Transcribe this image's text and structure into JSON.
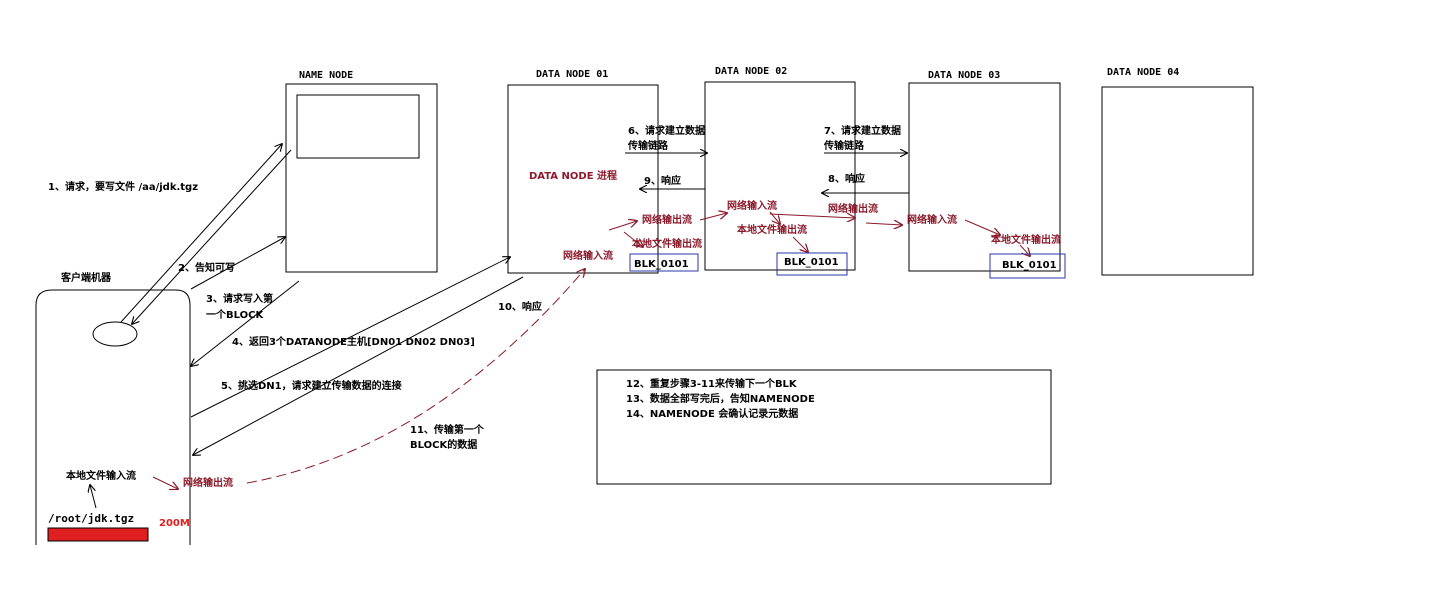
{
  "nodes": {
    "name_node": "NAME NODE",
    "dn1": "DATA NODE 01",
    "dn2": "DATA NODE 02",
    "dn3": "DATA NODE 03",
    "dn4": "DATA NODE 04",
    "dn_process": "DATA NODE 进程",
    "client": "客户端机器"
  },
  "client": {
    "local_input": "本地文件输入流",
    "net_output": "网络输出流",
    "file_path": "/root/jdk.tgz",
    "file_size": "200M"
  },
  "steps": {
    "s1": "1、请求，要写文件 /aa/jdk.tgz",
    "s2": "2、告知可写",
    "s3a": "3、请求写入第",
    "s3b": "一个BLOCK",
    "s4": "4、返回3个DATANODE主机[DN01 DN02 DN03]",
    "s5": "5、挑选DN1，请求建立传输数据的连接",
    "s6a": "6、请求建立数据",
    "s6b": "传输链路",
    "s7a": "7、请求建立数据",
    "s7b": "传输链路",
    "s8": "8、响应",
    "s9": "9、响应",
    "s10": "10、响应",
    "s11a": "11、传输第一个",
    "s11b": "BLOCK的数据"
  },
  "streams": {
    "dn1_net_in": "网络输入流",
    "dn1_net_out": "网络输出流",
    "dn1_local_out": "本地文件输出流",
    "dn2_net_in": "网络输入流",
    "dn2_local_out": "本地文件输出流",
    "dn2_net_out": "网络输出流",
    "dn3_net_in": "网络输入流",
    "dn3_local_out": "本地文件输出流"
  },
  "blocks": {
    "dn1": "BLK_0101",
    "dn2": "BLK_0101",
    "dn3": "BLK_0101"
  },
  "notes": [
    "12、重复步骤3-11来传输下一个BLK",
    "13、数据全部写完后，告知NAMENODE",
    "14、NAMENODE 会确认记录元数据"
  ],
  "colors": {
    "stream": "#8b1a2b",
    "block_border": "#2a35a8",
    "file_bar": "#e02020",
    "size_text": "#e02020",
    "line": "#000000"
  }
}
